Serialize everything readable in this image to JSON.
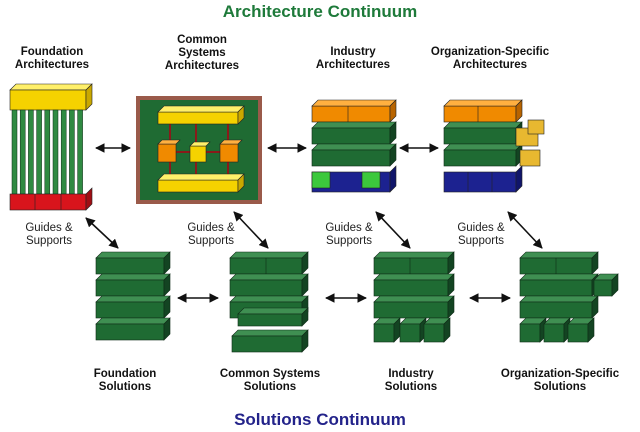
{
  "title_top": "Architecture Continuum",
  "title_bottom": "Solutions Continuum",
  "colors": {
    "title_top": "#1e7a3a",
    "title_bottom": "#23238a",
    "green": "#1f6b33",
    "green_light": "#3a9a4a",
    "yellow": "#f5d200",
    "orange": "#f08a00",
    "red": "#d8141c",
    "navy": "#1c2290",
    "lime": "#3cc83c",
    "gold": "#e8b830",
    "frame": "#8a4a3a"
  },
  "architectures": [
    {
      "line1": "Foundation",
      "line2": "Architectures"
    },
    {
      "line1": "Common",
      "line2": "Systems",
      "line3": "Architectures"
    },
    {
      "line1": "Industry",
      "line2": "Architectures"
    },
    {
      "line1": "Organization-Specific",
      "line2": "Architectures"
    }
  ],
  "solutions": [
    {
      "line1": "Foundation",
      "line2": "Solutions"
    },
    {
      "line1": "Common Systems",
      "line2": "Solutions"
    },
    {
      "line1": "Industry",
      "line2": "Solutions"
    },
    {
      "line1": "Organization-Specific",
      "line2": "Solutions"
    }
  ],
  "guides": [
    {
      "line1": "Guides &",
      "line2": "Supports"
    },
    {
      "line1": "Guides &",
      "line2": "Supports"
    },
    {
      "line1": "Guides &",
      "line2": "Supports"
    },
    {
      "line1": "Guides &",
      "line2": "Supports"
    }
  ]
}
